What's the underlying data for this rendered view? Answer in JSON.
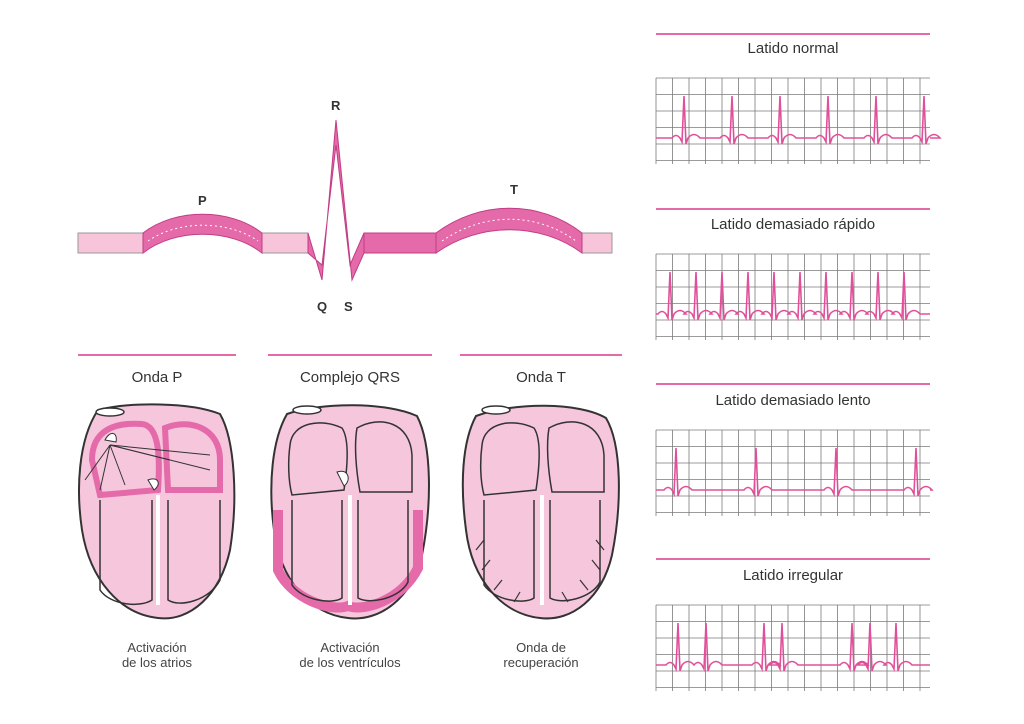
{
  "ecg_complex": {
    "labels": {
      "p": "P",
      "q": "Q",
      "r": "R",
      "s": "S",
      "t": "T"
    }
  },
  "phases": [
    {
      "title": "Onda P",
      "caption_line1": "Activación",
      "caption_line2": "de los atrios"
    },
    {
      "title": "Complejo QRS",
      "caption_line1": "Activación",
      "caption_line2": "de los ventrículos"
    },
    {
      "title": "Onda T",
      "caption_line1": "Onda de",
      "caption_line2": "recuperación"
    }
  ],
  "rhythms": [
    {
      "title": "Latido normal",
      "pattern": "normal"
    },
    {
      "title": "Latido demasiado rápido",
      "pattern": "fast"
    },
    {
      "title": "Latido demasiado lento",
      "pattern": "slow"
    },
    {
      "title": "Latido irregular",
      "pattern": "irregular"
    }
  ],
  "colors": {
    "accent": "#e46aaa",
    "heart_fill": "#f6c6dc",
    "heart_stroke": "#333333",
    "grid": "#7a7a7a",
    "trace": "#e0509a"
  }
}
